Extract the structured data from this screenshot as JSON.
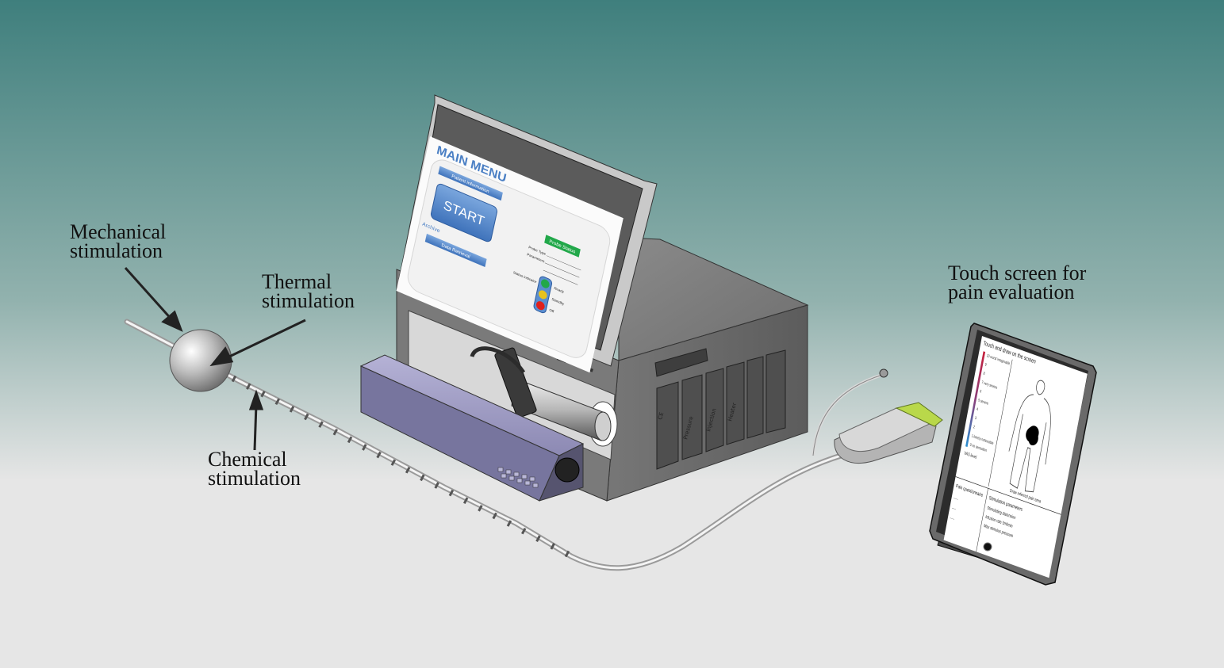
{
  "labels": {
    "mechanical": "Mechanical\nstimulation",
    "thermal": "Thermal\nstimulation",
    "chemical": "Chemical\nstimulation",
    "touch": "Touch screen for\npain evaluation"
  },
  "device_screen": {
    "title": "MAIN MENU",
    "patient_btn": "Patient information",
    "start_btn": "START",
    "archive": "Archive",
    "data_btn": "Data Retrieval",
    "probe_btn": "Probe Status",
    "probe_line1": "Probe Type",
    "probe_line2": "Parameters",
    "indicator_label": "Status indicator",
    "light_green": "Ready",
    "light_yellow": "Standby",
    "light_red": "Off"
  },
  "device_panel": {
    "labels": [
      "CE",
      "Pressure",
      "Injection",
      "Heater"
    ]
  },
  "tablet": {
    "header": "Touch and draw on the screen",
    "scale": [
      "10 worst imaginable",
      "9",
      "8",
      "7 very severe",
      "6",
      "5 severe",
      "4",
      "3",
      "2",
      "1 barely noticeable",
      "0 no sensation"
    ],
    "vas": "VAS level",
    "draw_label": "Draw referred pain area",
    "q_title": "Pain questionnaire",
    "q_lines": [
      "-----",
      "-----",
      "-----"
    ],
    "stim_title": "Stimulation parameters",
    "stim_lines": [
      "Stimulating distension",
      "Infusion rate 5ml/min",
      "Max stimulus pressure"
    ]
  },
  "colors": {
    "bg_top": "#3f7f7d",
    "bg_bottom": "#e6e6e6",
    "screen_blue": "#4a7fc4",
    "probe_green": "#22a84a",
    "light_yellow": "#e8c21e",
    "light_red": "#e0201c",
    "pump_purple": "#8c89b3"
  }
}
